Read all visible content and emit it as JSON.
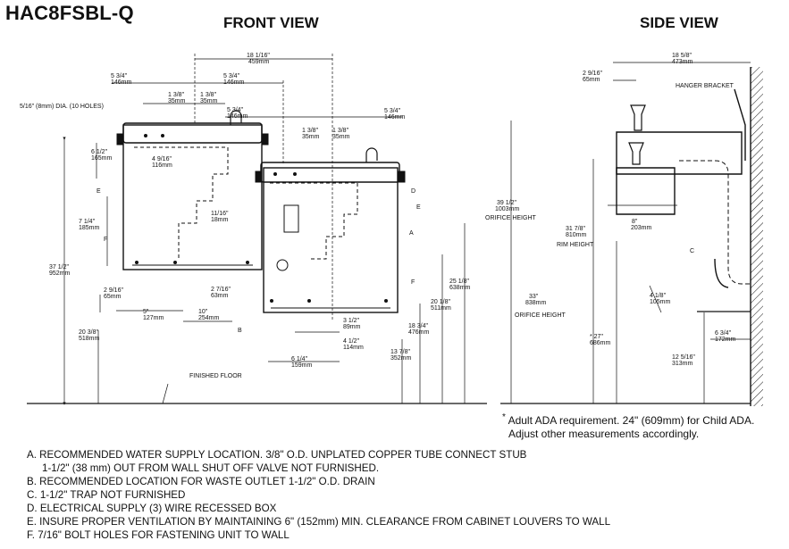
{
  "model_number": "HAC8FSBL-Q",
  "views": {
    "front_title": "FRONT VIEW",
    "side_title": "SIDE VIEW"
  },
  "front_dims": {
    "overall_width": [
      "18 1/16\"",
      "459mm"
    ],
    "upper_left_edge": [
      "5 3/4\"",
      "146mm"
    ],
    "upper_right_edge": [
      "5 3/4\"",
      "146mm"
    ],
    "upper_bolt_left": [
      "1 3/8\"",
      "35mm"
    ],
    "upper_bolt_right": [
      "1 3/8\"",
      "35mm"
    ],
    "upper_unit_right": [
      "5 3/4\"",
      "146mm"
    ],
    "lower_bolt_left": [
      "1 3/8\"",
      "35mm"
    ],
    "lower_bolt_right": [
      "1 3/8\"",
      "35mm"
    ],
    "lower_right_edge": [
      "5 3/4\"",
      "146mm"
    ],
    "holes": "5/16\" (8mm) DIA. (10 HOLES)",
    "d_6_1_2": [
      "6 1/2\"",
      "165mm"
    ],
    "d_4_9_16": [
      "4 9/16\"",
      "116mm"
    ],
    "d_7_1_4": [
      "7 1/4\"",
      "185mm"
    ],
    "d_11_16": [
      "11/16\"",
      "18mm"
    ],
    "d_37_1_2": [
      "37 1/2\"",
      "952mm"
    ],
    "d_2_9_16": [
      "2 9/16\"",
      "65mm"
    ],
    "d_2_7_16": [
      "2 7/16\"",
      "63mm"
    ],
    "d_5": [
      "5\"",
      "127mm"
    ],
    "d_10": [
      "10\"",
      "254mm"
    ],
    "d_20_3_8": [
      "20 3/8\"",
      "518mm"
    ],
    "d_3_1_2": [
      "3 1/2\"",
      "89mm"
    ],
    "d_4_1_2": [
      "4 1/2\"",
      "114mm"
    ],
    "d_6_1_4": [
      "6 1/4\"",
      "159mm"
    ],
    "d_13_7_8": [
      "13 7/8\"",
      "352mm"
    ],
    "d_18_3_4": [
      "18 3/4\"",
      "476mm"
    ],
    "d_20_1_8": [
      "20 1/8\"",
      "511mm"
    ],
    "d_25_1_8": [
      "25 1/8\"",
      "638mm"
    ],
    "finished_floor": "FINISHED FLOOR"
  },
  "side_dims": {
    "overall_depth": [
      "18 5/8\"",
      "473mm"
    ],
    "d_2_9_16": [
      "2 9/16\"",
      "65mm"
    ],
    "hanger": "HANGER BRACKET",
    "d_39_1_2": [
      "39 1/2\"",
      "1003mm",
      "ORIFICE HEIGHT"
    ],
    "d_31_7_8": [
      "31 7/8\"",
      "810mm",
      "RIM HEIGHT"
    ],
    "d_8": [
      "8\"",
      "203mm"
    ],
    "d_33": [
      "33\"",
      "838mm",
      "ORIFICE HEIGHT"
    ],
    "d_27": [
      "* 27\"",
      "686mm"
    ],
    "d_4_1_8": [
      "4 1/8\"",
      "105mm"
    ],
    "d_6_3_4": [
      "6 3/4\"",
      "172mm"
    ],
    "d_12_5_16": [
      "12 5/16\"",
      "313mm"
    ]
  },
  "callouts": [
    "A",
    "B",
    "C",
    "D",
    "E",
    "F"
  ],
  "footnote": {
    "star": "*",
    "line1": "Adult ADA requirement. 24\" (609mm) for Child ADA.",
    "line2": "Adjust other measurements accordingly."
  },
  "notes": [
    "A.  RECOMMENDED WATER SUPPLY LOCATION. 3/8\" O.D. UNPLATED COPPER TUBE CONNECT STUB",
    "1-1/2\" (38 mm) OUT FROM WALL SHUT OFF VALVE NOT FURNISHED.",
    "B.  RECOMMENDED LOCATION FOR WASTE OUTLET 1-1/2\" O.D. DRAIN",
    "C.  1-1/2\" TRAP NOT FURNISHED",
    "D.  ELECTRICAL SUPPLY (3) WIRE RECESSED BOX",
    "E.  INSURE PROPER VENTILATION BY MAINTAINING 6\" (152mm) MIN. CLEARANCE FROM CABINET LOUVERS TO WALL",
    "F.  7/16\" BOLT HOLES FOR FASTENING UNIT TO WALL"
  ]
}
